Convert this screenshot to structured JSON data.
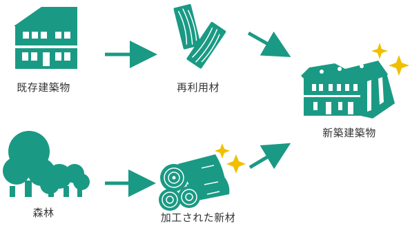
{
  "colors": {
    "primary": "#1a9a84",
    "arrow": "#1a9a84",
    "sparkle": "#f0c000",
    "label_text": "#333333"
  },
  "nodes": {
    "existing_building": {
      "label": "既存建築物",
      "icon": "house-icon"
    },
    "reused_material": {
      "label": "再利用材",
      "icon": "wood-planks-icon"
    },
    "new_building": {
      "label": "新築建築物",
      "icon": "new-building-icon"
    },
    "forest": {
      "label": "森林",
      "icon": "forest-icon"
    },
    "processed_material": {
      "label": "加工された新材",
      "icon": "logs-icon"
    }
  },
  "edges": [
    {
      "from": "existing_building",
      "to": "reused_material"
    },
    {
      "from": "reused_material",
      "to": "new_building"
    },
    {
      "from": "forest",
      "to": "processed_material"
    },
    {
      "from": "processed_material",
      "to": "new_building"
    }
  ]
}
